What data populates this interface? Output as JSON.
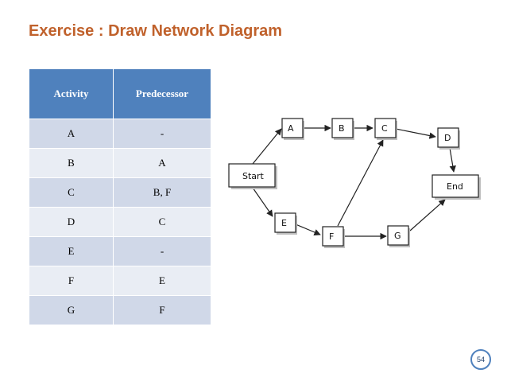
{
  "title": "Exercise : Draw Network Diagram",
  "table": {
    "headers": [
      "Activity",
      "Predecessor"
    ],
    "rows": [
      [
        "A",
        "-"
      ],
      [
        "B",
        "A"
      ],
      [
        "C",
        "B, F"
      ],
      [
        "D",
        "C"
      ],
      [
        "E",
        "-"
      ],
      [
        "F",
        "E"
      ],
      [
        "G",
        "F"
      ]
    ]
  },
  "diagram": {
    "nodes": {
      "start": "Start",
      "a": "A",
      "b": "B",
      "c": "C",
      "d": "D",
      "e": "E",
      "f": "F",
      "g": "G",
      "end": "End"
    }
  },
  "page_number": "54",
  "colors": {
    "title": "#c0612b",
    "table_header": "#4f81bd",
    "row_band_dark": "#d0d8e8",
    "row_band_light": "#e9edf4"
  }
}
